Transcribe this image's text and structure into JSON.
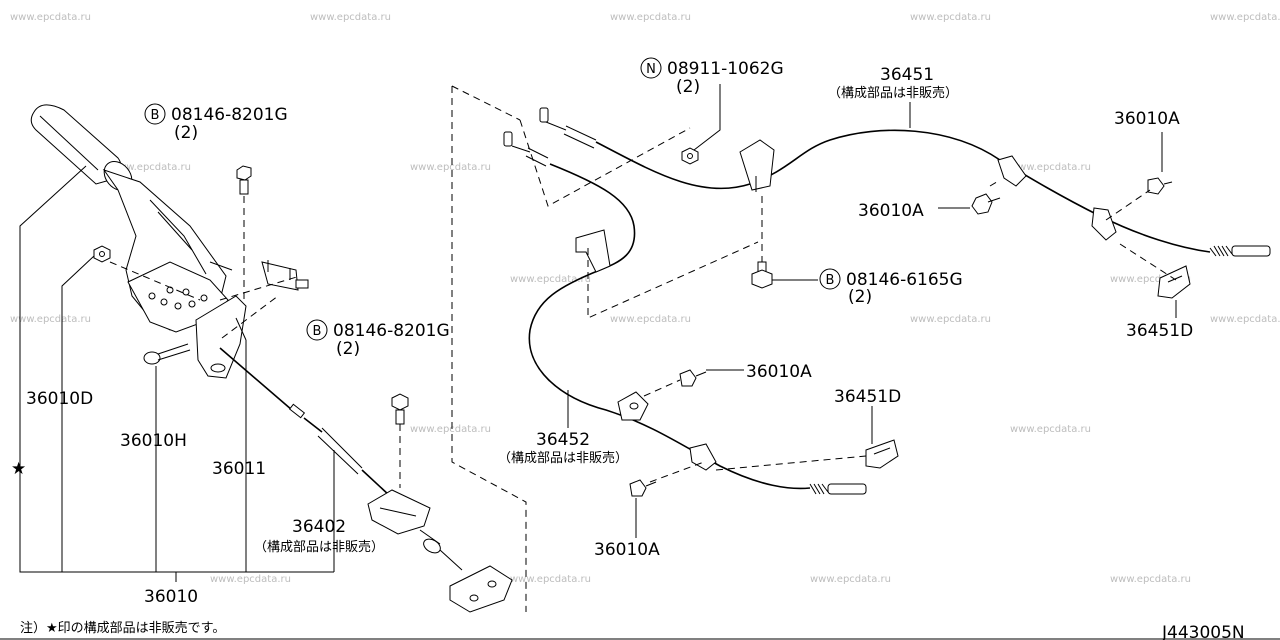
{
  "watermark": "www.epcdata.ru",
  "diagram_code": "J443005N",
  "footer_note": "注）★印の構成部品は非販売です。",
  "star_symbol": "★",
  "labels": {
    "n_bolt": {
      "symbol": "N",
      "number": "08911-1062G",
      "qty": "(2)"
    },
    "b_bolt_top": {
      "symbol": "B",
      "number": "08146-8201G",
      "qty": "(2)"
    },
    "b_bolt_mid": {
      "symbol": "B",
      "number": "08146-8201G",
      "qty": "(2)"
    },
    "b_bolt_right": {
      "symbol": "B",
      "number": "08146-6165G",
      "qty": "(2)"
    },
    "p36451": {
      "number": "36451",
      "note": "（構成部品は非販売）"
    },
    "p36452": {
      "number": "36452",
      "note": "（構成部品は非販売）"
    },
    "p36402": {
      "number": "36402",
      "note": "（構成部品は非販売）"
    },
    "p36010A_1": "36010A",
    "p36010A_2": "36010A",
    "p36010A_3": "36010A",
    "p36010A_4": "36010A",
    "p36451D_1": "36451D",
    "p36451D_2": "36451D",
    "p36010D": "36010D",
    "p36010H": "36010H",
    "p36011": "36011",
    "p36010": "36010"
  }
}
